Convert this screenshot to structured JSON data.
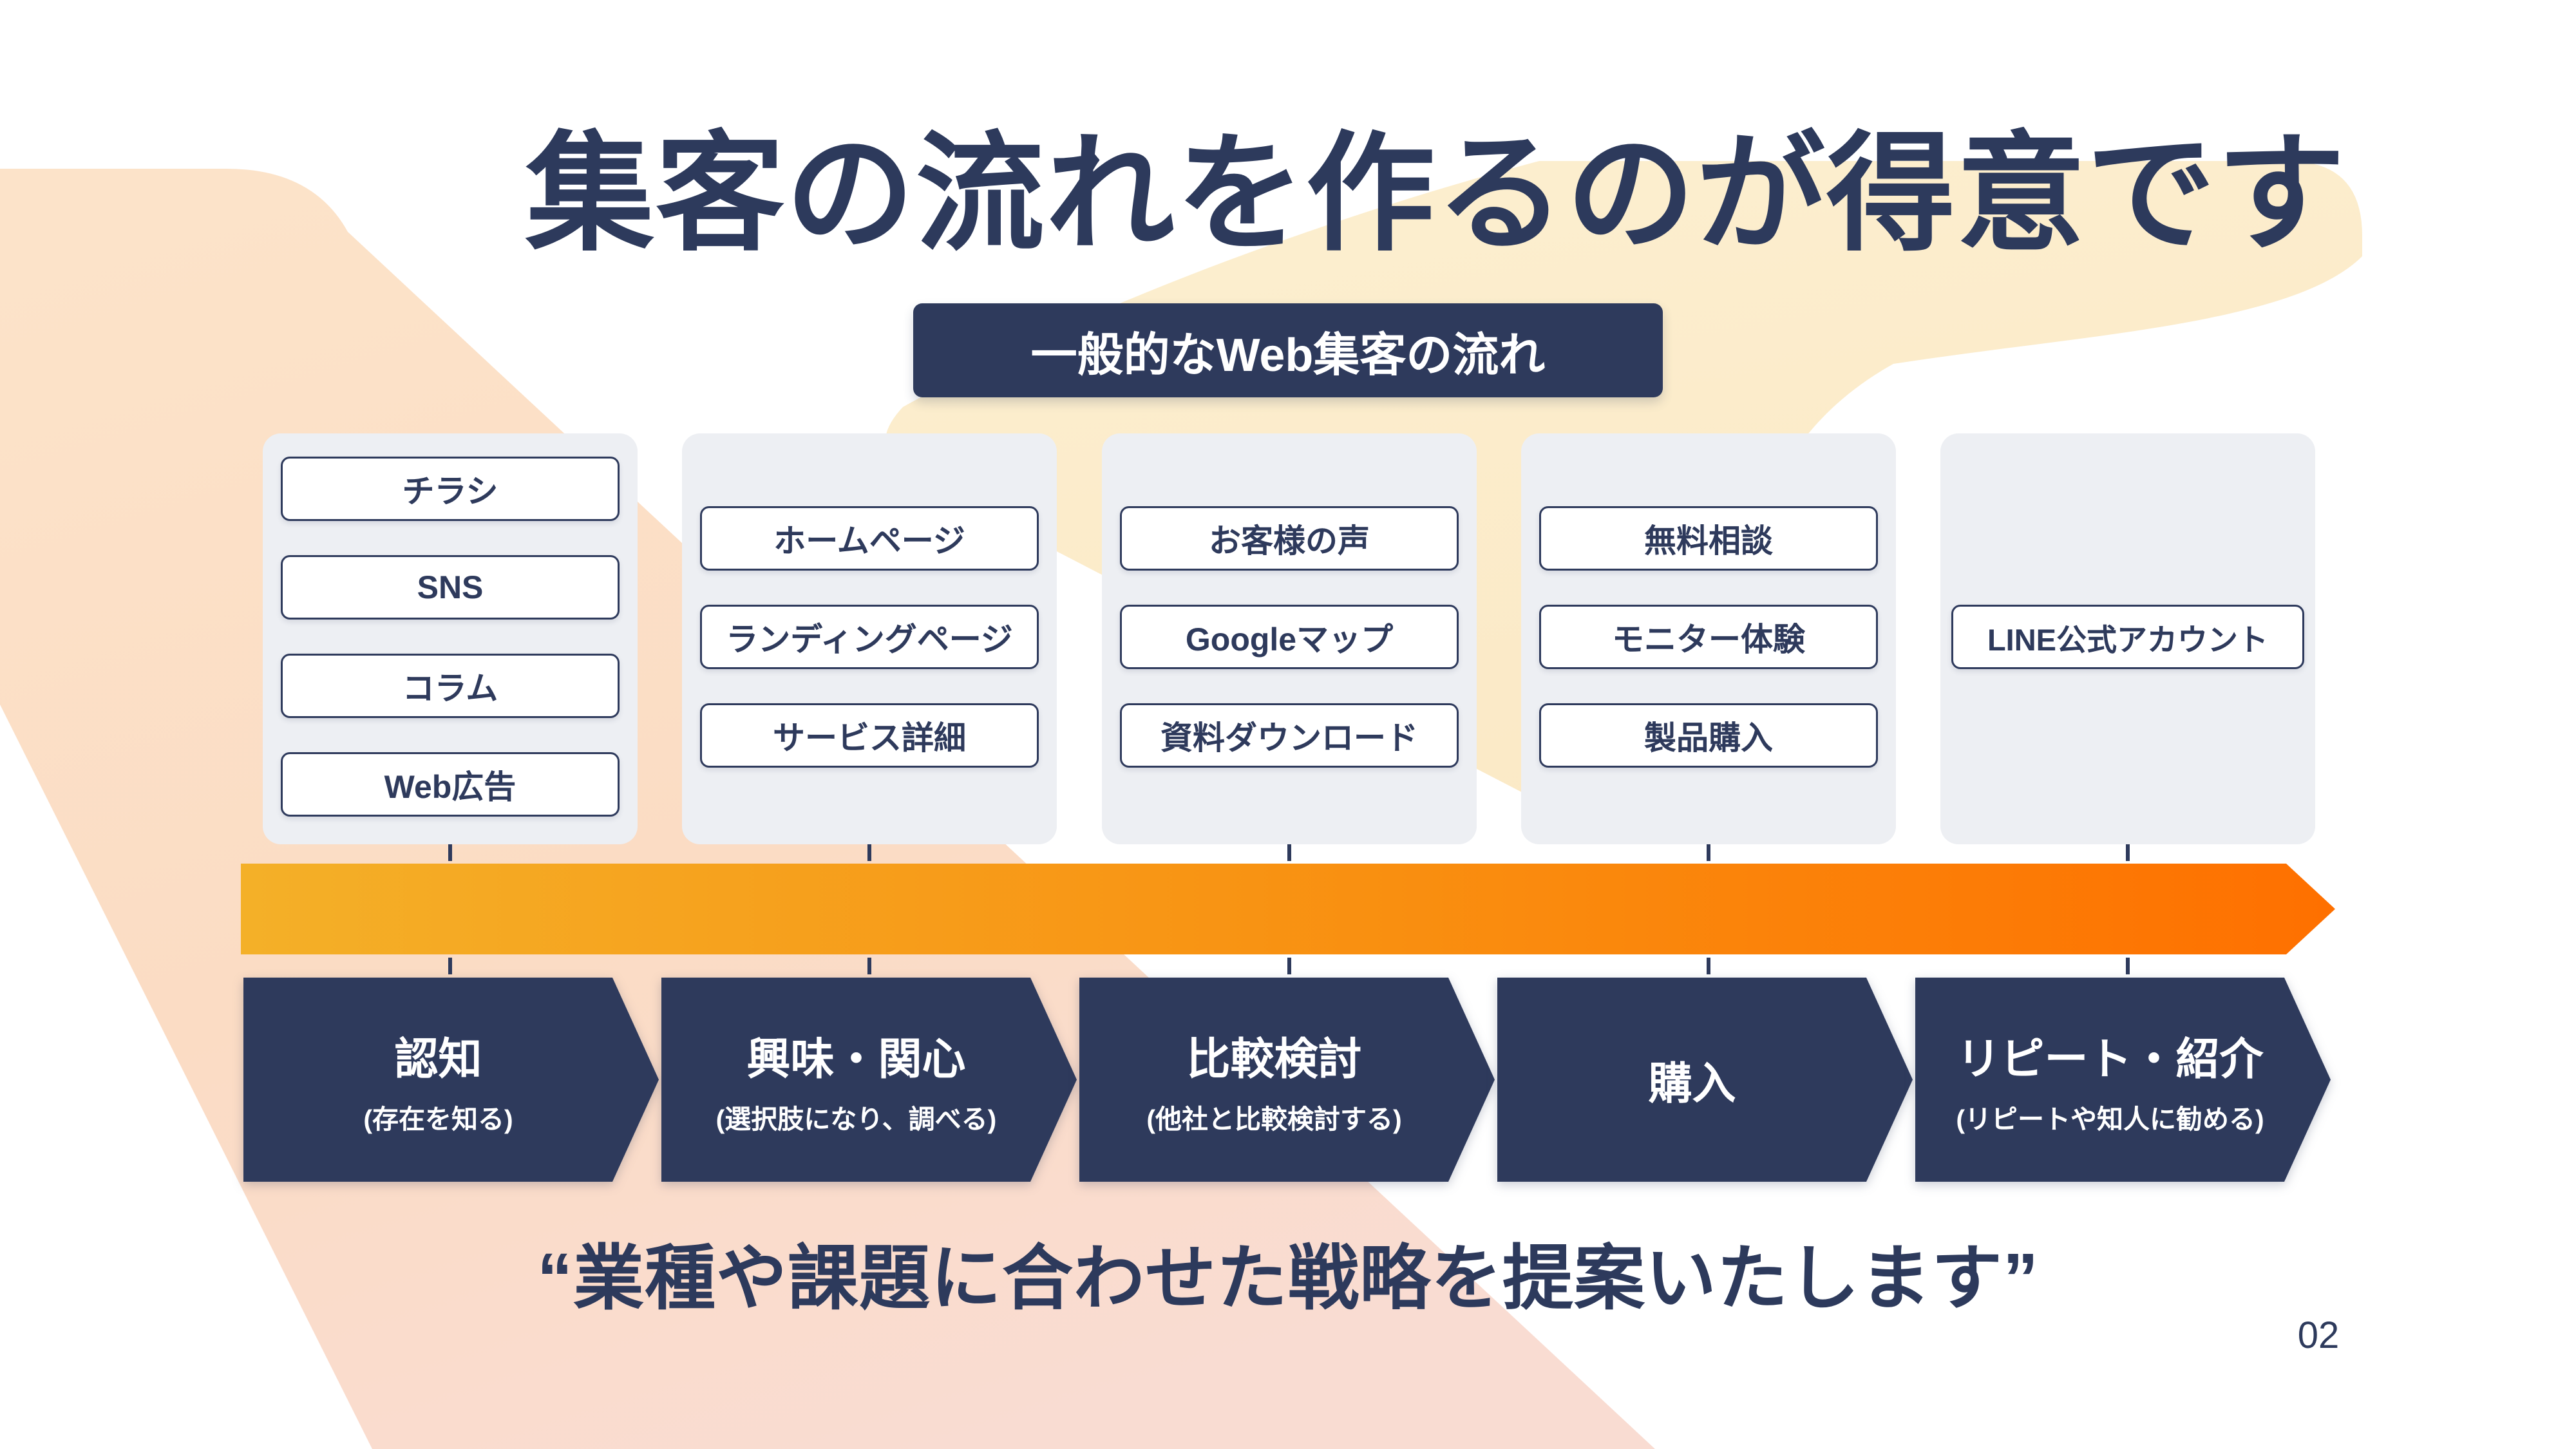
{
  "slide": {
    "title": "集客の流れを作るのが得意です",
    "banner_label": "一般的なWeb集客の流れ",
    "quote": "“業種や課題に合わせた戦略を提案いたします”",
    "page_number": "02"
  },
  "funnel_columns": [
    {
      "items": [
        "チラシ",
        "SNS",
        "コラム",
        "Web広告"
      ]
    },
    {
      "items": [
        "ホームページ",
        "ランディングページ",
        "サービス詳細"
      ]
    },
    {
      "items": [
        "お客様の声",
        "Googleマップ",
        "資料ダウンロード"
      ]
    },
    {
      "items": [
        "無料相談",
        "モニター体験",
        "製品購入"
      ]
    },
    {
      "items": [
        "LINE公式アカウント"
      ]
    }
  ],
  "stages": [
    {
      "title": "認知",
      "subtitle": "(存在を知る)"
    },
    {
      "title": "興味・関心",
      "subtitle": "(選択肢になり、調べる)"
    },
    {
      "title": "比較検討",
      "subtitle": "(他社と比較検討する)"
    },
    {
      "title": "購入",
      "subtitle": ""
    },
    {
      "title": "リピート・紹介",
      "subtitle": "(リピートや知人に勧める)"
    }
  ],
  "colors": {
    "navy": "#2e3a5c",
    "card_gray": "#edeff3",
    "arrow_gradient_start": "#f4b028",
    "arrow_gradient_end": "#fe7000",
    "peach_top": "#fce3c9",
    "peach_bottom": "#f9dcd2",
    "cream": "#fbeccb"
  }
}
